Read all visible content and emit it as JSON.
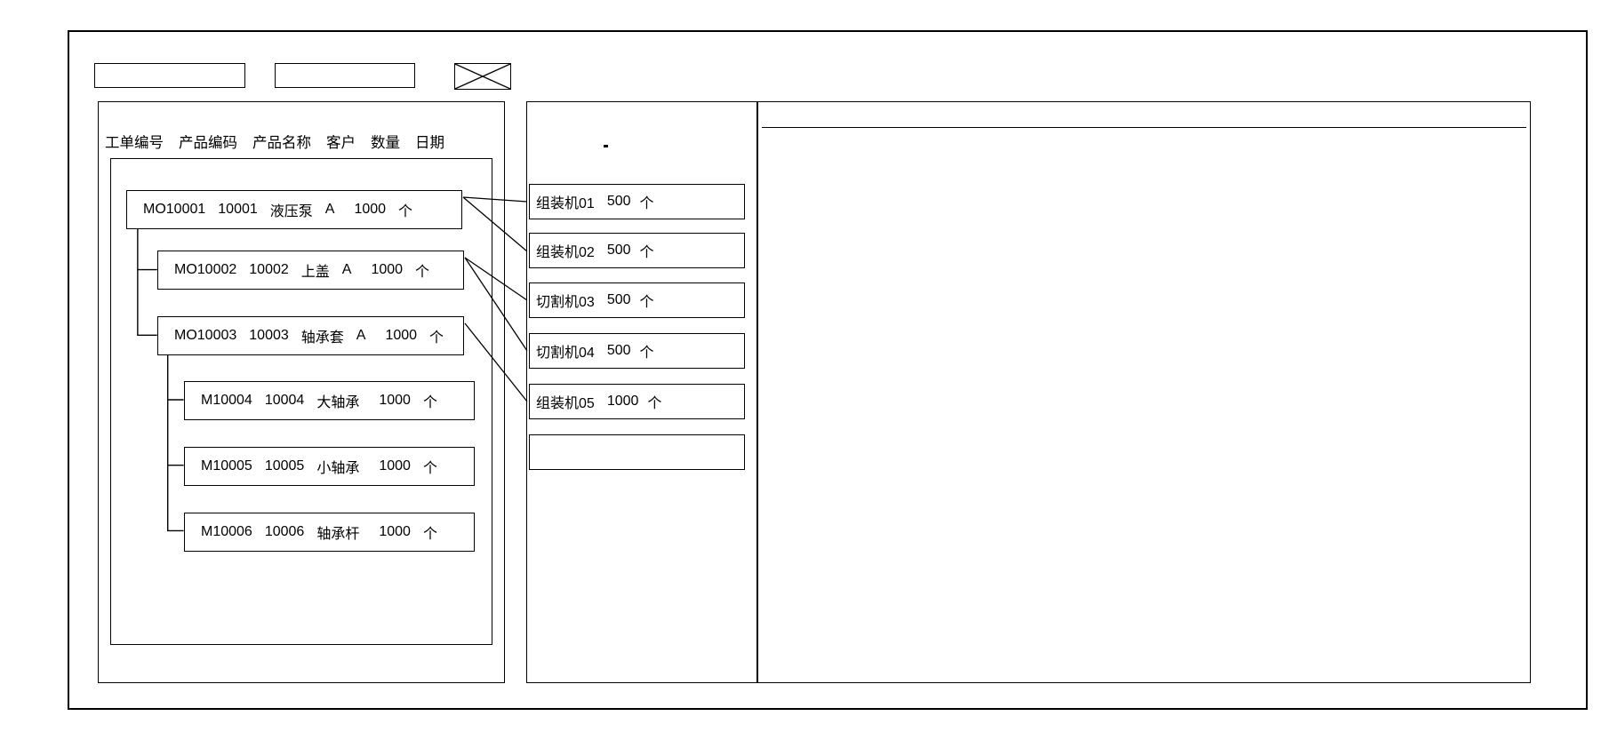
{
  "toolbar": {
    "field1_value": "",
    "field1_placeholder": "",
    "field2_value": "",
    "field2_placeholder": "",
    "icon_name": "crossed-box-icon"
  },
  "left_panel": {
    "columns": [
      "工单编号",
      "产品编码",
      "产品名称",
      "客户",
      "数量",
      "日期"
    ],
    "rows": [
      {
        "depth": 0,
        "order_no": "MO10001",
        "product_code": "10001",
        "product_name": "液压泵",
        "customer": "A",
        "quantity": "1000",
        "unit": "个"
      },
      {
        "depth": 1,
        "order_no": "MO10002",
        "product_code": "10002",
        "product_name": "上盖",
        "customer": "A",
        "quantity": "1000",
        "unit": "个"
      },
      {
        "depth": 1,
        "order_no": "MO10003",
        "product_code": "10003",
        "product_name": "轴承套",
        "customer": "A",
        "quantity": "1000",
        "unit": "个"
      },
      {
        "depth": 2,
        "order_no": "M10004",
        "product_code": "10004",
        "product_name": "大轴承",
        "customer": "",
        "quantity": "1000",
        "unit": "个"
      },
      {
        "depth": 2,
        "order_no": "M10005",
        "product_code": "10005",
        "product_name": "小轴承",
        "customer": "",
        "quantity": "1000",
        "unit": "个"
      },
      {
        "depth": 2,
        "order_no": "M10006",
        "product_code": "10006",
        "product_name": "轴承杆",
        "customer": "",
        "quantity": "1000",
        "unit": "个"
      }
    ]
  },
  "mid_panel": {
    "marker": "",
    "machines": [
      {
        "name": "组装机01",
        "quantity": "500",
        "unit": "个"
      },
      {
        "name": "组装机02",
        "quantity": "500",
        "unit": "个"
      },
      {
        "name": "切割机03",
        "quantity": "500",
        "unit": "个"
      },
      {
        "name": "切割机04",
        "quantity": "500",
        "unit": "个"
      },
      {
        "name": "组装机05",
        "quantity": "1000",
        "unit": "个"
      },
      {
        "name": "",
        "quantity": "",
        "unit": ""
      }
    ]
  },
  "right_panel": {
    "header_text": "",
    "body_text": ""
  },
  "colors": {
    "stroke": "#000000",
    "background": "#ffffff"
  }
}
